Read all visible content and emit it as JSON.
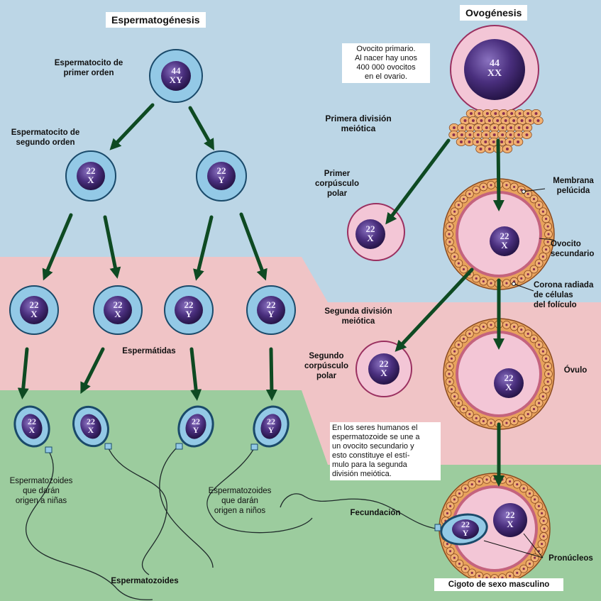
{
  "titles": {
    "espermatogenesis": "Espermatogénesis",
    "ovogenesis": "Ovogénesis"
  },
  "labels": {
    "espermatocito_primer_orden": "Espermatocito de\nprimer orden",
    "espermatocito_segundo_orden": "Espermatocito de\nsegundo orden",
    "espermatidas": "Espermátidas",
    "espermatozoides_ninas": "Espermatozoides\nque darán\norigen a niñas",
    "espermatozoides_ninos": "Espermatozoides\nque darán\norigen a niños",
    "espermatozoides": "Espermatozoides",
    "ovocito_primario_note": "Ovocito primario.\nAl nacer hay unos\n400 000 ovocitos\nen el ovario.",
    "primera_division": "Primera división\nmeiótica",
    "primer_corpusculo": "Primer\ncorpúsculo\npolar",
    "membrana_pelucida": "Membrana\npelúcida",
    "ovocito_secundario": "Ovocito\nsecundario",
    "corona_radiada": "Corona radiada\nde células\ndel folículo",
    "segunda_division": "Segunda división\nmeiótica",
    "segundo_corpusculo": "Segundo\ncorpúsculo\npolar",
    "ovulo": "Óvulo",
    "fecundacion_note": "En los seres humanos el\nespermatozoide se une a\nun ovocito secundario y\nesto constituye el estí-\nmulo para la segunda\ndivisión meiótica.",
    "fecundacion": "Fecundación",
    "pronucleos": "Pronúcleos",
    "cigoto": "Cigoto de sexo masculino"
  },
  "chromosomes": {
    "primary_sperm": [
      "44",
      "XY"
    ],
    "secondary_x": [
      "22",
      "X"
    ],
    "secondary_y": [
      "22",
      "Y"
    ],
    "spermatid_1": [
      "22",
      "X"
    ],
    "spermatid_2": [
      "22",
      "X"
    ],
    "spermatid_3": [
      "22",
      "Y"
    ],
    "spermatid_4": [
      "22",
      "Y"
    ],
    "sperm_1": [
      "22",
      "X"
    ],
    "sperm_2": [
      "22",
      "X"
    ],
    "sperm_3": [
      "22",
      "Y"
    ],
    "sperm_4": [
      "22",
      "Y"
    ],
    "primary_oocyte": [
      "44",
      "XX"
    ],
    "first_polar": [
      "22",
      "X"
    ],
    "secondary_oocyte": [
      "22",
      "X"
    ],
    "second_polar": [
      "22",
      "X"
    ],
    "ovum": [
      "22",
      "X"
    ],
    "zygote_female": [
      "22",
      "X"
    ],
    "zygote_male": [
      "22",
      "Y"
    ]
  },
  "colors": {
    "zone_blue": "#bcd6e6",
    "zone_pink": "#f0c4c6",
    "zone_green": "#9ccc9e",
    "arrow": "#0e4a22",
    "nucleus": "#4a2f7e",
    "cell_blue": "#93c9e6",
    "cell_pink": "#f3c6d6"
  }
}
